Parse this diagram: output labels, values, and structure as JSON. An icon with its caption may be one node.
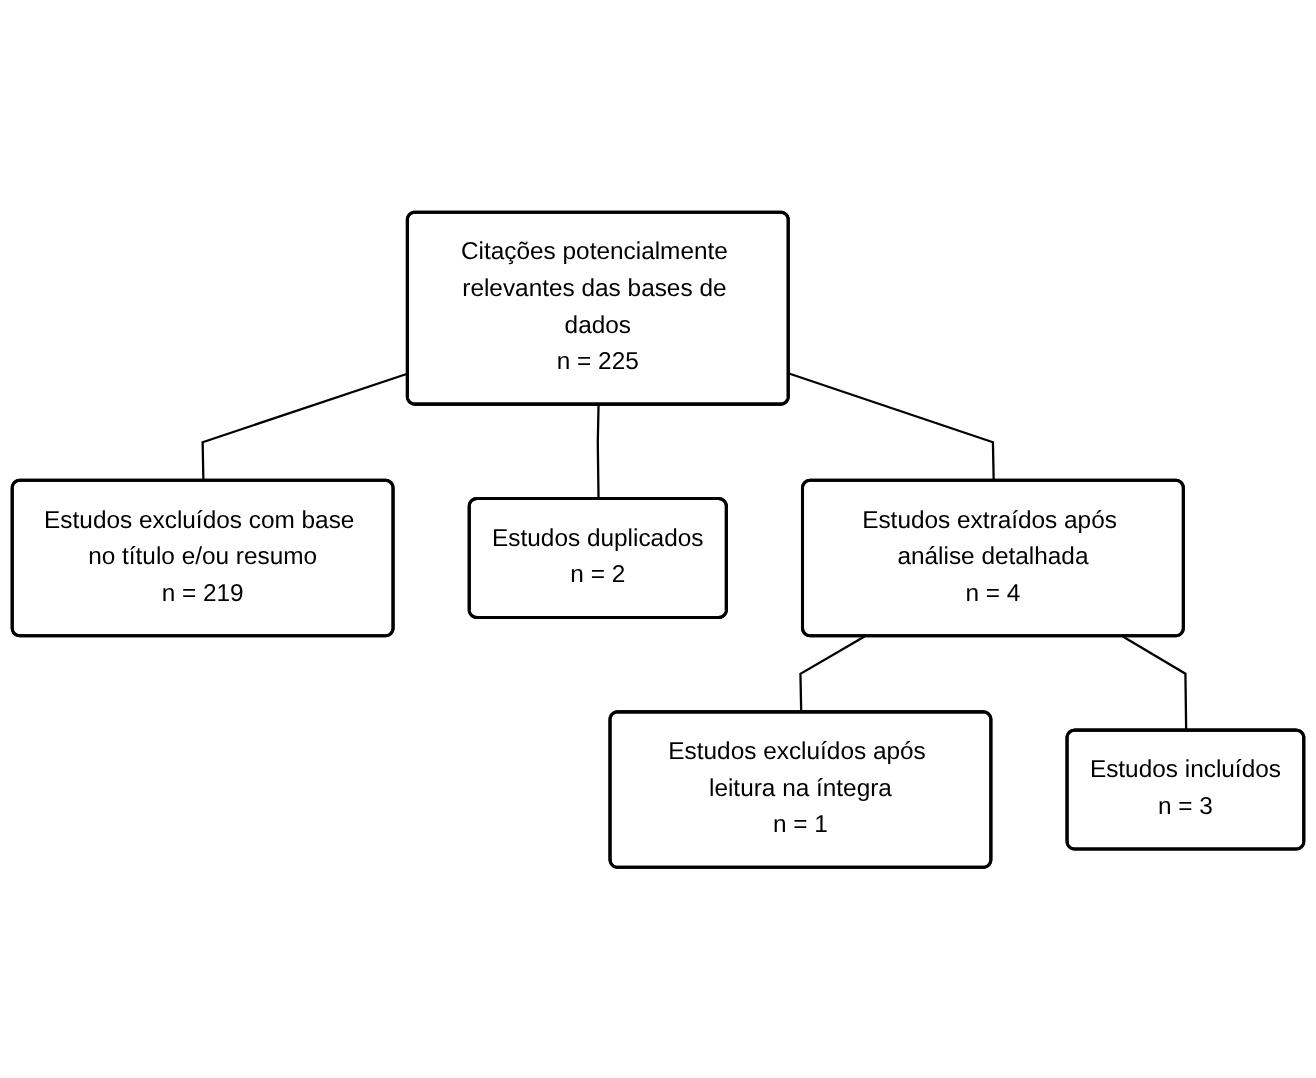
{
  "diagram": {
    "nodes": [
      {
        "text": [
          "Citações potencialmente relevantes das bases de dados",
          "n = 225"
        ]
      },
      {
        "text": [
          "Estudos excluídos com base no título e/ou resumo",
          "n = 219"
        ]
      },
      {
        "text": [
          "Estudos duplicados",
          "n = 2"
        ]
      },
      {
        "text": [
          "Estudos extraídos após análise detalhada",
          "n = 4"
        ]
      },
      {
        "text": [
          "Estudos excluídos após leitura na íntegra",
          "n = 1"
        ]
      },
      {
        "text": [
          "Estudos incluídos",
          "n = 3"
        ]
      }
    ],
    "edges": [
      {
        "from": 0,
        "to": 1,
        "arrow": "none"
      },
      {
        "from": 0,
        "to": 2,
        "arrow": "none"
      },
      {
        "from": 0,
        "to": 3,
        "arrow": "none"
      },
      {
        "from": 3,
        "to": 4,
        "arrow": "none"
      },
      {
        "from": 3,
        "to": 5,
        "arrow": "none"
      }
    ]
  }
}
